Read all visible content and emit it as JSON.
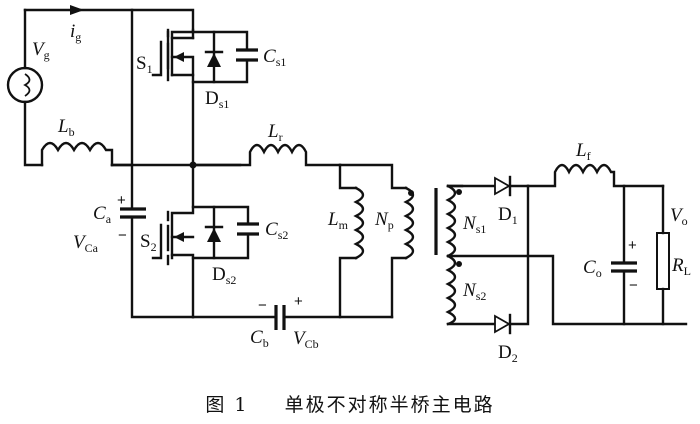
{
  "figure": {
    "caption_number": "图 1",
    "caption_title": "单极不对称半桥主电路",
    "components": {
      "source": {
        "label": "V",
        "sub": "g"
      },
      "source_current": {
        "label": "i",
        "sub": "g"
      },
      "boost_inductor": {
        "label": "L",
        "sub": "b"
      },
      "switch1": {
        "label": "S",
        "sub": "1"
      },
      "switch2": {
        "label": "S",
        "sub": "2"
      },
      "body_diode1": {
        "label": "D",
        "sub": "s1"
      },
      "body_diode2": {
        "label": "D",
        "sub": "s2"
      },
      "snubber_cap1": {
        "label": "C",
        "sub": "s1"
      },
      "snubber_cap2": {
        "label": "C",
        "sub": "s2"
      },
      "bus_cap": {
        "label": "C",
        "sub": "a"
      },
      "bus_voltage": {
        "label": "V",
        "sub": "Ca"
      },
      "resonant_inductor": {
        "label": "L",
        "sub": "r"
      },
      "magnetizing_inductor": {
        "label": "L",
        "sub": "m"
      },
      "primary_winding": {
        "label": "N",
        "sub": "p"
      },
      "blocking_cap": {
        "label": "C",
        "sub": "b"
      },
      "blocking_voltage": {
        "label": "V",
        "sub": "Cb"
      },
      "secondary_winding1": {
        "label": "N",
        "sub": "s1"
      },
      "secondary_winding2": {
        "label": "N",
        "sub": "s2"
      },
      "rectifier_diode1": {
        "label": "D",
        "sub": "1"
      },
      "rectifier_diode2": {
        "label": "D",
        "sub": "2"
      },
      "filter_inductor": {
        "label": "L",
        "sub": "f"
      },
      "output_cap": {
        "label": "C",
        "sub": "o"
      },
      "output_voltage": {
        "label": "V",
        "sub": "o"
      },
      "load_resistor": {
        "label": "R",
        "sub": "L"
      }
    },
    "polarity": {
      "plus": "+",
      "minus": "−"
    }
  }
}
